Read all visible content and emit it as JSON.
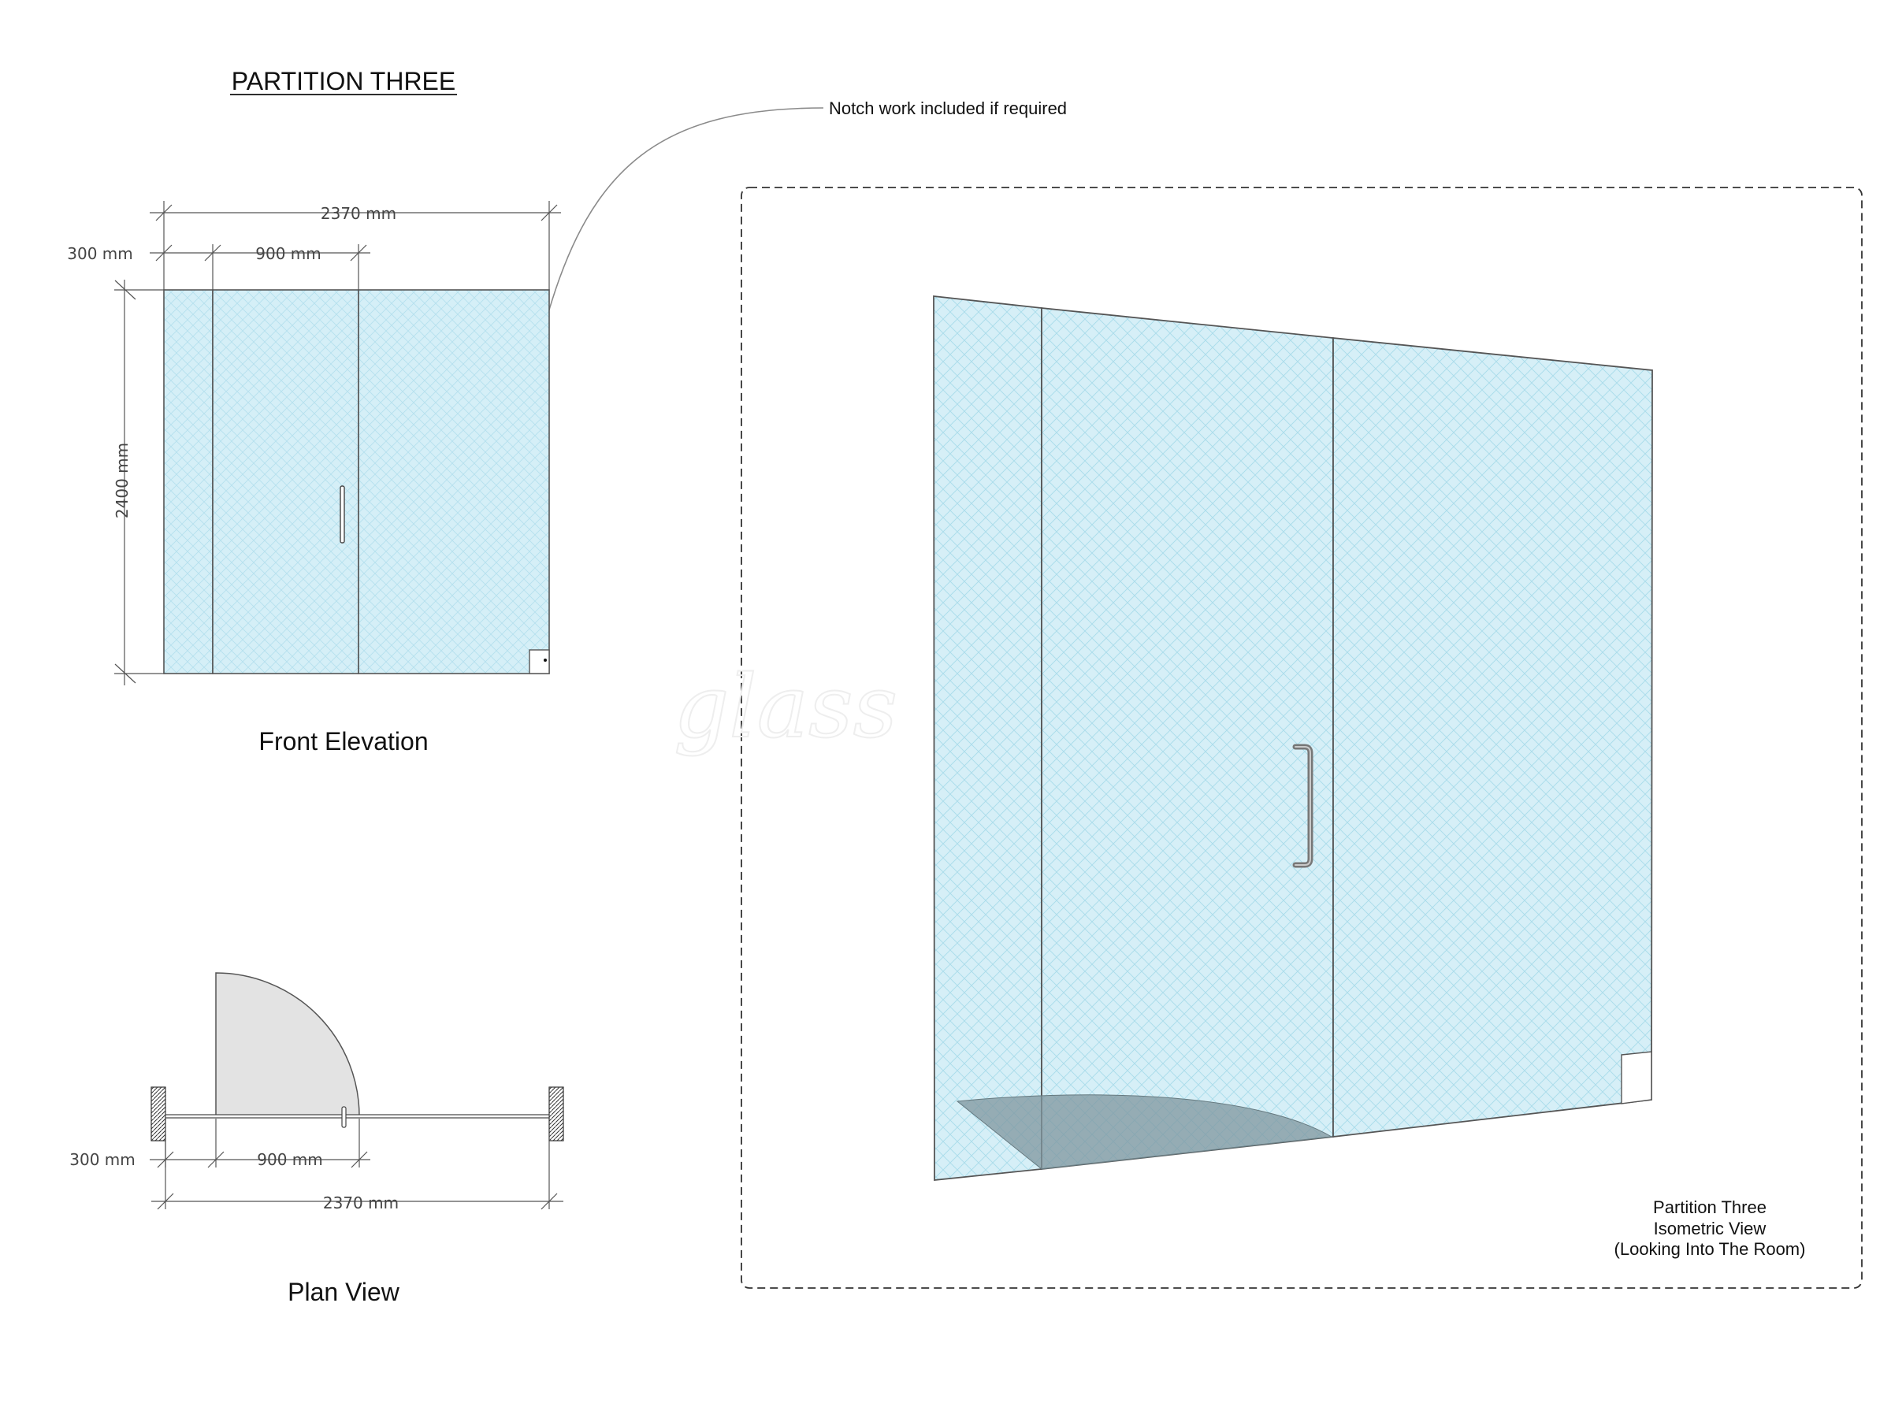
{
  "title": "PARTITION THREE",
  "note": "Notch work included if required",
  "front_elevation": {
    "label": "Front Elevation",
    "dims": {
      "overall_width": "2370 mm",
      "side_panel": "300 mm",
      "door": "900 mm",
      "height": "2400 mm"
    }
  },
  "plan_view": {
    "label": "Plan View",
    "dims": {
      "side_panel": "300 mm",
      "door": "900 mm",
      "overall_width": "2370 mm"
    }
  },
  "isometric": {
    "caption_line1": "Partition Three",
    "caption_line2": "Isometric View",
    "caption_line3": "(Looking Into The Room)",
    "watermark": "glass"
  },
  "colors": {
    "glass": "#d5eff7",
    "glass_hatch": "#a9dbeb",
    "door_swing": "#e3e3e3",
    "floor_swing": "#8fa6ad",
    "line": "#555555"
  }
}
